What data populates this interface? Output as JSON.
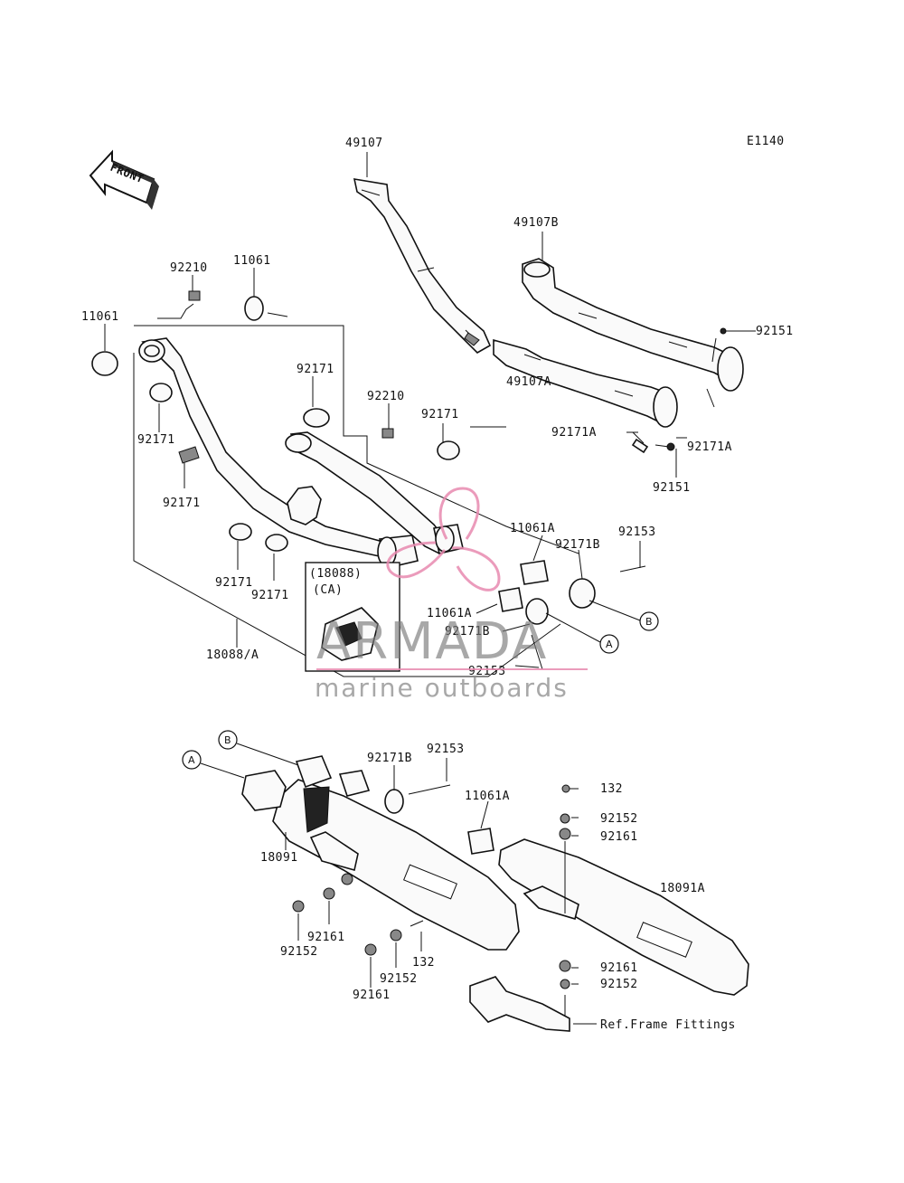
{
  "diagram": {
    "code": "E1140",
    "front_label": "FRONT",
    "ref_frame": "Ref.Frame Fittings",
    "callouts": {
      "a": "A",
      "b": "B"
    },
    "inset": {
      "line1": "(18088)",
      "line2": "(CA)"
    },
    "watermark": {
      "brand": "ARMADA",
      "tagline": "marine outboards",
      "logo_color": "#e88ab0"
    },
    "labels": {
      "p49107": "49107",
      "p49107b": "49107B",
      "p49107a": "49107A",
      "p92151_top": "92151",
      "p92171a_left": "92171A",
      "p92171a_right": "92171A",
      "p92151_bottom": "92151",
      "p92210_top": "92210",
      "p11061_top": "11061",
      "p11061_left": "11061",
      "p92171_1": "92171",
      "p92210_mid": "92210",
      "p92171_2": "92171",
      "p92171_3": "92171",
      "p92171_4": "92171",
      "p11061a_1": "11061A",
      "p92153_1": "92153",
      "p92171b_1": "92171B",
      "p92171_5": "92171",
      "p92171_6": "92171",
      "p11061a_2": "11061A",
      "p92171b_2": "92171B",
      "p92153_2": "92153",
      "p18088a": "18088/A",
      "p92171b_3": "92171B",
      "p92153_3": "92153",
      "p11061a_3": "11061A",
      "p132_1": "132",
      "p92152_1": "92152",
      "p92161_1": "92161",
      "p18091": "18091",
      "p18091a": "18091A",
      "p92161_2": "92161",
      "p92152_2": "92152",
      "p132_2": "132",
      "p92152_3": "92152",
      "p92161_3": "92161",
      "p92161_4": "92161",
      "p92152_4": "92152"
    }
  }
}
